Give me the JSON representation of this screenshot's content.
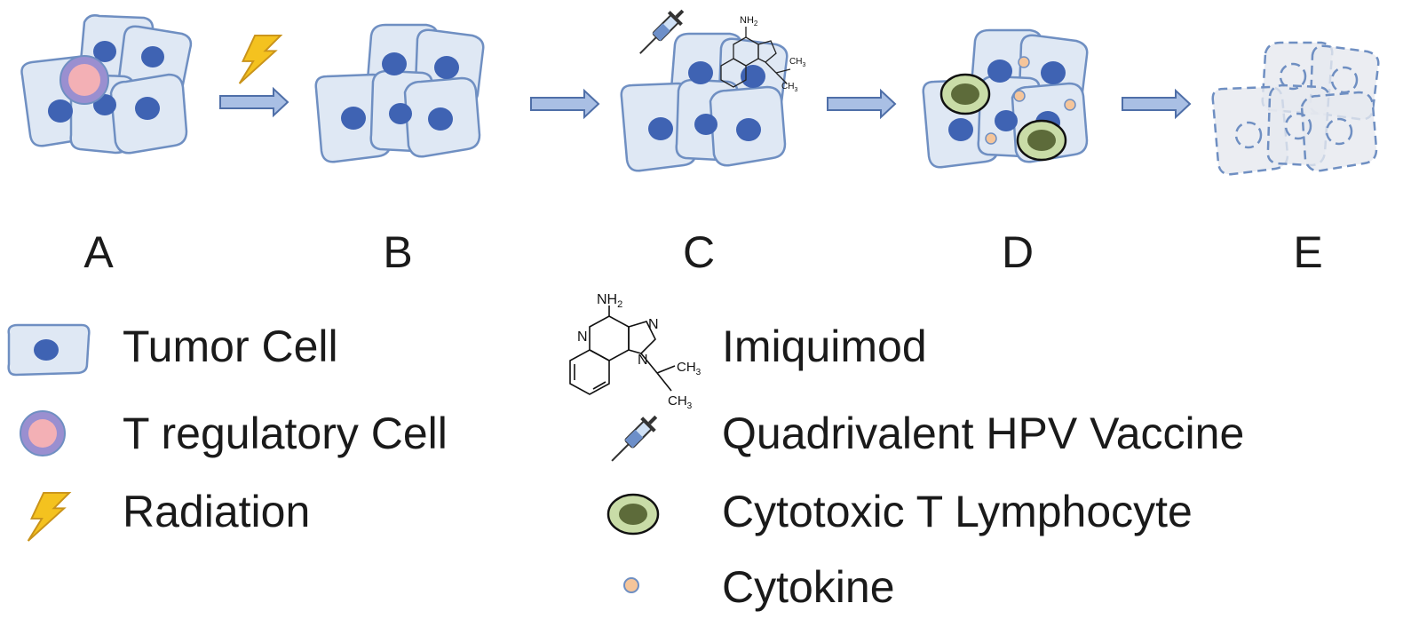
{
  "stages": [
    "A",
    "B",
    "C",
    "D",
    "E"
  ],
  "legend": {
    "left": [
      {
        "icon": "tumor-cell-icon",
        "label": "Tumor Cell"
      },
      {
        "icon": "t-regulatory-cell-icon",
        "label": "T regulatory Cell"
      },
      {
        "icon": "lightning-bolt-icon",
        "label": "Radiation"
      }
    ],
    "right": [
      {
        "icon": "imiquimod-structure-icon",
        "label": "Imiquimod"
      },
      {
        "icon": "syringe-icon",
        "label": "Quadrivalent HPV Vaccine"
      },
      {
        "icon": "cytotoxic-t-lymphocyte-icon",
        "label": "Cytotoxic T Lymphocyte"
      },
      {
        "icon": "cytokine-icon",
        "label": "Cytokine"
      }
    ]
  },
  "chem_labels": {
    "nh2": "NH",
    "nh2_sub": "2",
    "n": "N",
    "ch3": "CH",
    "ch3_sub": "3"
  },
  "colors": {
    "cell_fill": "#dfe8f4",
    "cell_stroke": "#6f8fc2",
    "nucleus": "#3f63b3",
    "treg_outer": "#9a8fd0",
    "treg_inner": "#f3b0b5",
    "ctl_outer": "#c9dca7",
    "ctl_inner": "#5d6b3a",
    "cytokine": "#f5c59a",
    "arrow": "#a9bfe4",
    "bolt": "#f4c21f"
  }
}
